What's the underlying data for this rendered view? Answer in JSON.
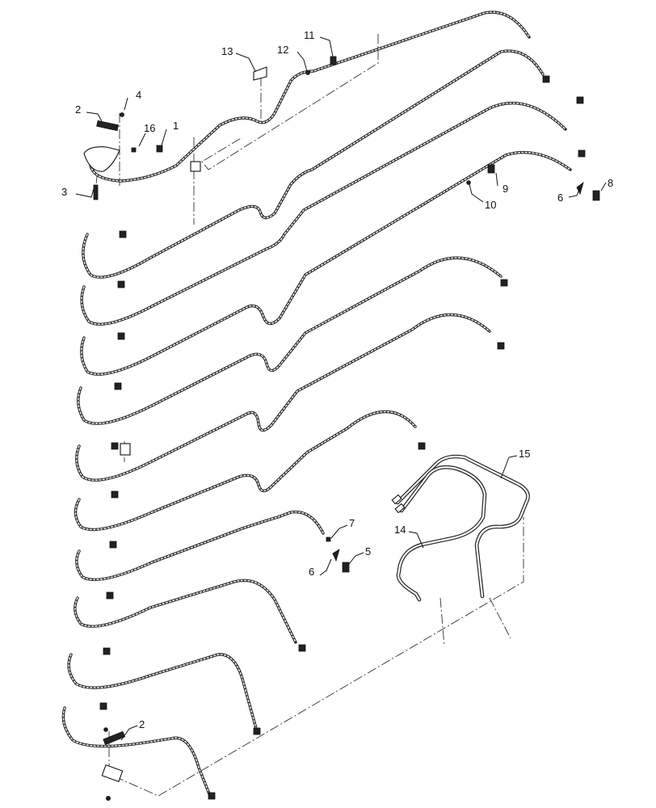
{
  "callouts": [
    {
      "id": "c1",
      "text": "1"
    },
    {
      "id": "c2a",
      "text": "2"
    },
    {
      "id": "c2b",
      "text": "2"
    },
    {
      "id": "c3",
      "text": "3"
    },
    {
      "id": "c4",
      "text": "4"
    },
    {
      "id": "c5",
      "text": "5"
    },
    {
      "id": "c6a",
      "text": "6"
    },
    {
      "id": "c6b",
      "text": "6"
    },
    {
      "id": "c7",
      "text": "7"
    },
    {
      "id": "c8",
      "text": "8"
    },
    {
      "id": "c9",
      "text": "9"
    },
    {
      "id": "c10",
      "text": "10"
    },
    {
      "id": "c11",
      "text": "11"
    },
    {
      "id": "c12",
      "text": "12"
    },
    {
      "id": "c13",
      "text": "13"
    },
    {
      "id": "c14",
      "text": "14"
    },
    {
      "id": "c15",
      "text": "15"
    },
    {
      "id": "c16",
      "text": "16"
    }
  ],
  "colors": {
    "line": "#222222",
    "background": "#ffffff"
  }
}
